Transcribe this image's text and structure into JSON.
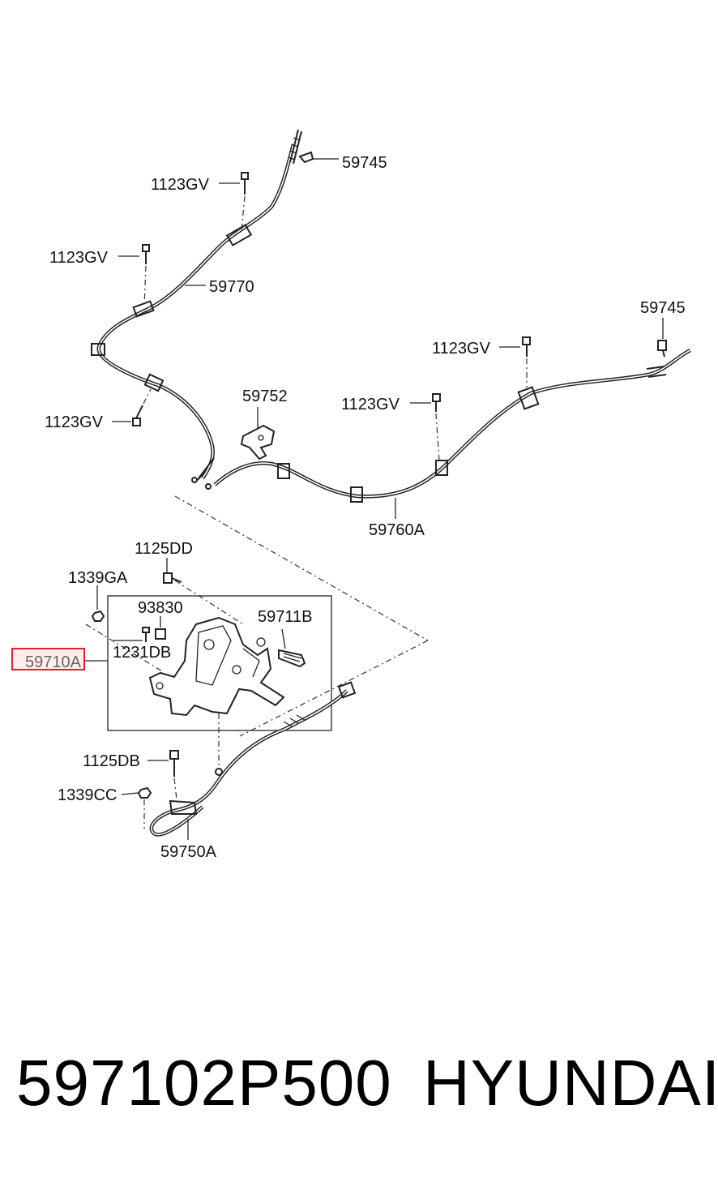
{
  "callouts": {
    "p59745_top": "59745",
    "p1123gv_a": "1123GV",
    "p1123gv_b": "1123GV",
    "p59770": "59770",
    "p59745_right": "59745",
    "p1123gv_c": "1123GV",
    "p59752": "59752",
    "p1123gv_d": "1123GV",
    "p1123gv_e": "1123GV",
    "p59760a": "59760A",
    "p1125dd": "1125DD",
    "p1339ga": "1339GA",
    "p93830": "93830",
    "p59711b": "59711B",
    "p1231db": "1231DB",
    "p59710a": "59710A",
    "p1125db": "1125DB",
    "p1339cc": "1339CC",
    "p59750a": "59750A"
  },
  "highlight": {
    "part": "59710A",
    "color": "#e0202a"
  },
  "footer": {
    "part_number": "597102P500",
    "brand": "HYUNDAI"
  }
}
